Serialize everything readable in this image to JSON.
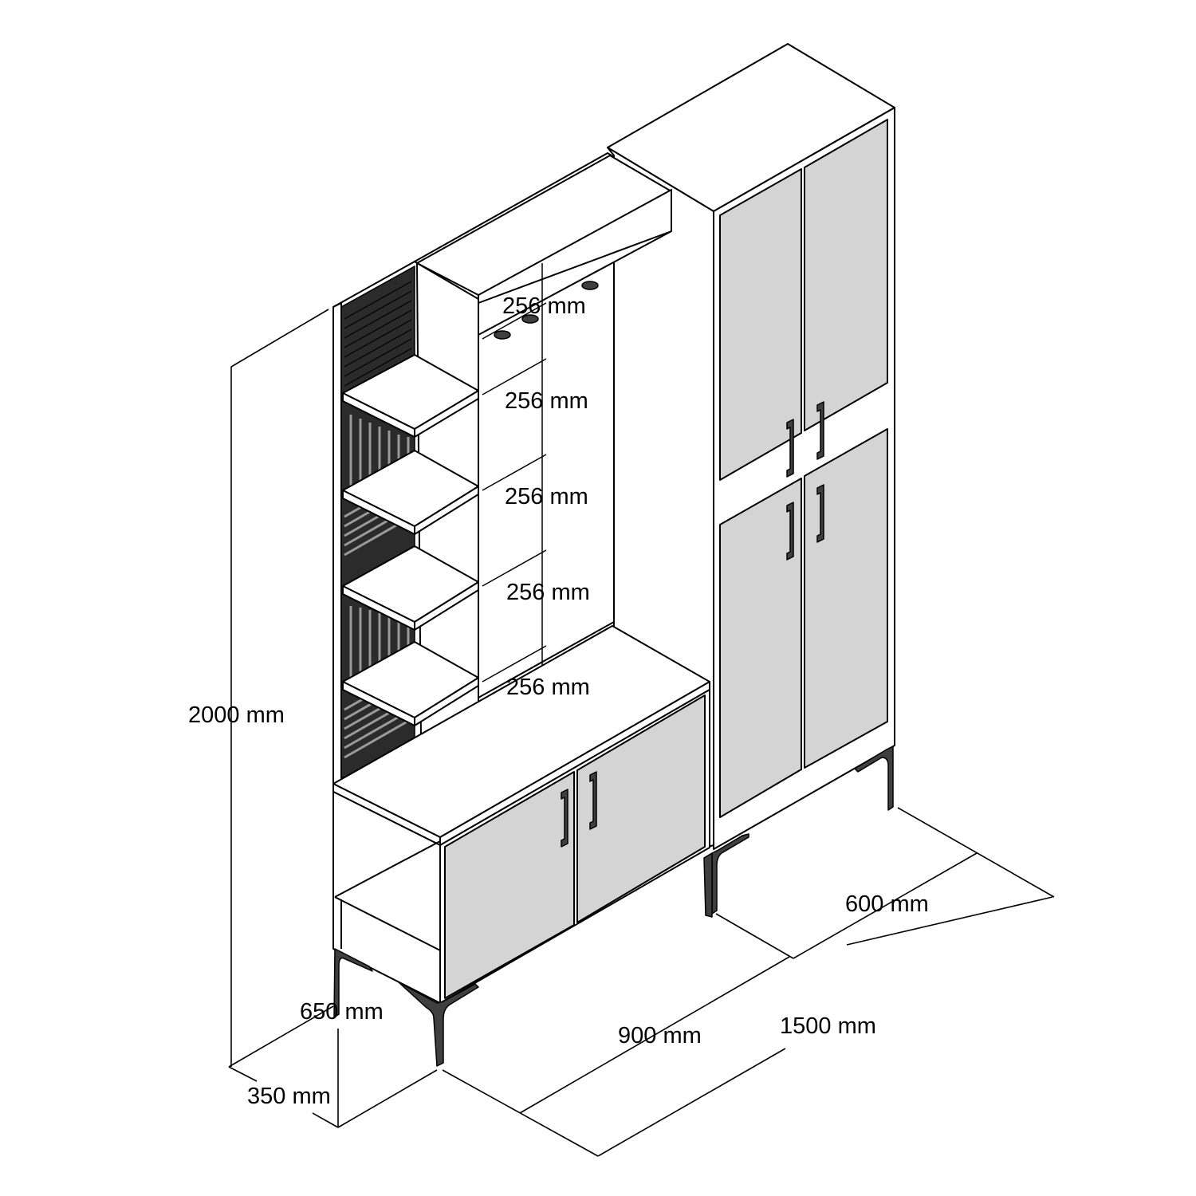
{
  "diagram": {
    "subject": "Hallway furniture set: open shelf unit with sideboard and two-door tall wardrobe",
    "colors": {
      "background": "#ffffff",
      "outline": "#000000",
      "door_panel": "#d4d4d4",
      "handles_legs": "#3f3f3f",
      "slat_panel": "#2b2b2b"
    }
  },
  "dimensions": {
    "shelf_spacings": [
      {
        "id": "shelf-1",
        "label": "256 mm"
      },
      {
        "id": "shelf-2",
        "label": "256 mm"
      },
      {
        "id": "shelf-3",
        "label": "256 mm"
      },
      {
        "id": "shelf-4",
        "label": "256 mm"
      },
      {
        "id": "shelf-5",
        "label": "256 mm"
      }
    ],
    "total_height": "2000 mm",
    "sideboard_height": "650 mm",
    "depth": "350 mm",
    "sideboard_width": "900 mm",
    "wardrobe_width": "600 mm",
    "total_width": "1500 mm"
  }
}
